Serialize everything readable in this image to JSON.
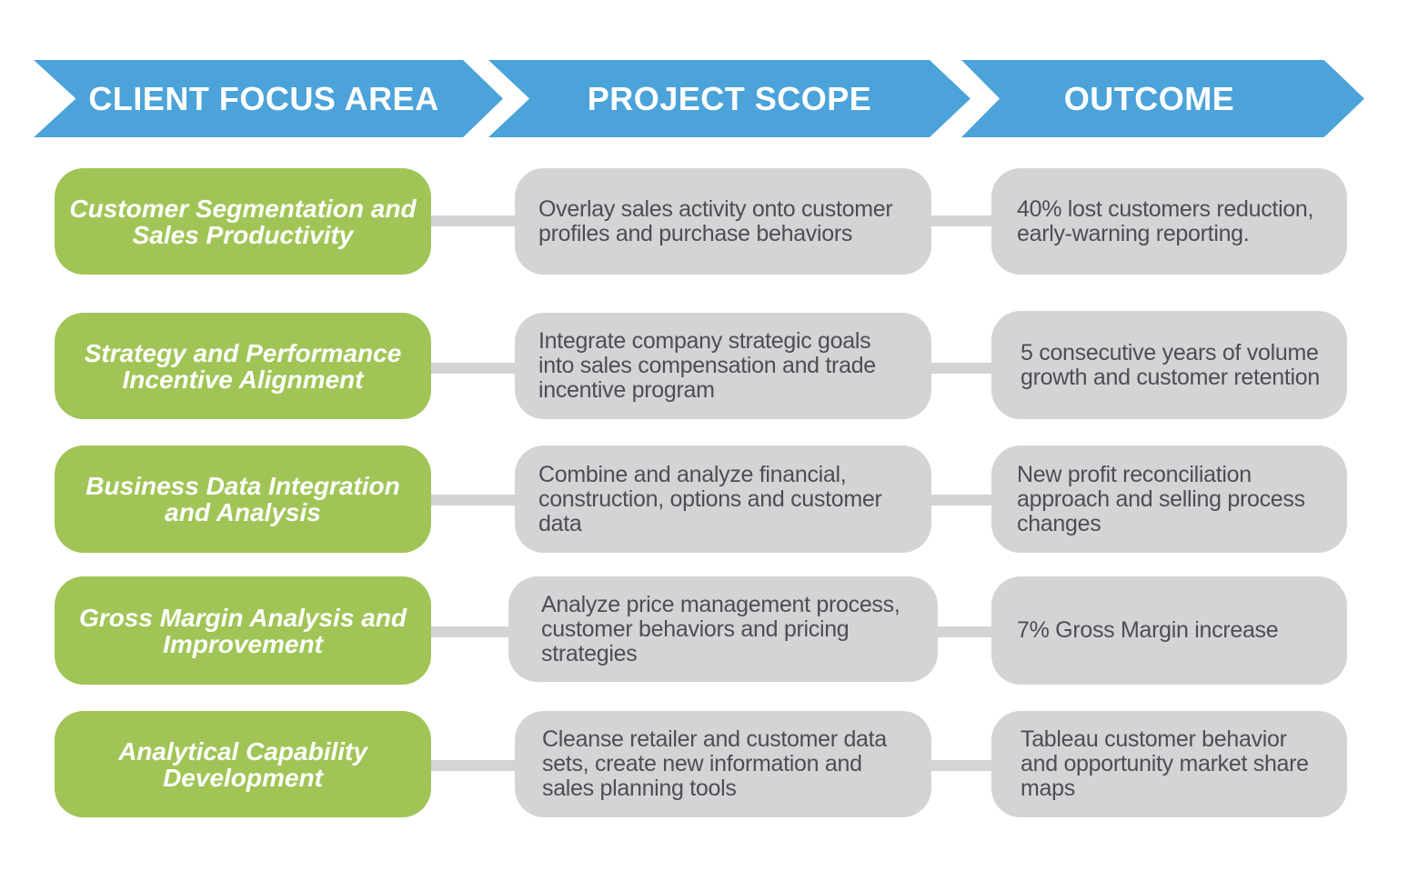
{
  "headers": {
    "client_focus_area": "CLIENT FOCUS AREA",
    "project_scope": "PROJECT SCOPE",
    "outcome": "OUTCOME"
  },
  "colors": {
    "header_blue": "#4ba3da",
    "focus_green": "#a0c556",
    "box_gray": "#d3d4d6",
    "text_gray": "#4d4e51"
  },
  "rows": [
    {
      "focus": "Customer Segmentation and Sales Productivity",
      "scope": "Overlay sales activity onto customer profiles and purchase behaviors",
      "outcome": "40% lost customers reduction, early-warning reporting."
    },
    {
      "focus": "Strategy and Performance Incentive Alignment",
      "scope": "Integrate company strategic goals into sales compensation and trade incentive program",
      "outcome": "5 consecutive years of volume growth and customer retention"
    },
    {
      "focus": "Business Data Integration and Analysis",
      "scope": "Combine and analyze financial, construction, options and customer data",
      "outcome": "New profit reconciliation approach and selling process changes"
    },
    {
      "focus": "Gross Margin Analysis and Improvement",
      "scope": "Analyze price management process, customer behaviors and pricing strategies",
      "outcome": "7% Gross Margin increase"
    },
    {
      "focus": "Analytical Capability Development",
      "scope": "Cleanse retailer and customer data sets, create new information and sales planning tools",
      "outcome": "Tableau customer behavior and opportunity market share maps"
    }
  ]
}
